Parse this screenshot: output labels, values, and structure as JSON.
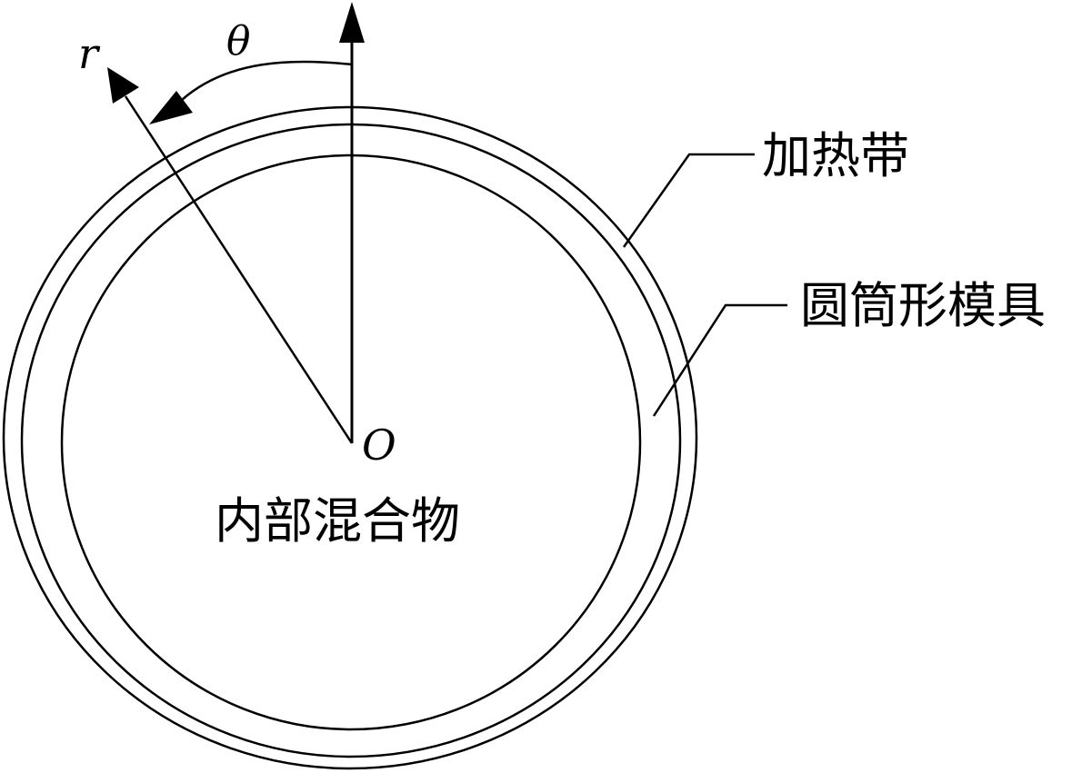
{
  "labels": {
    "radial_symbol": "r",
    "angle_symbol": "θ",
    "origin_symbol": "O",
    "heating_band": "加热带",
    "cylindrical_mold": "圆筒形模具",
    "internal_mixture": "内部混合物"
  }
}
